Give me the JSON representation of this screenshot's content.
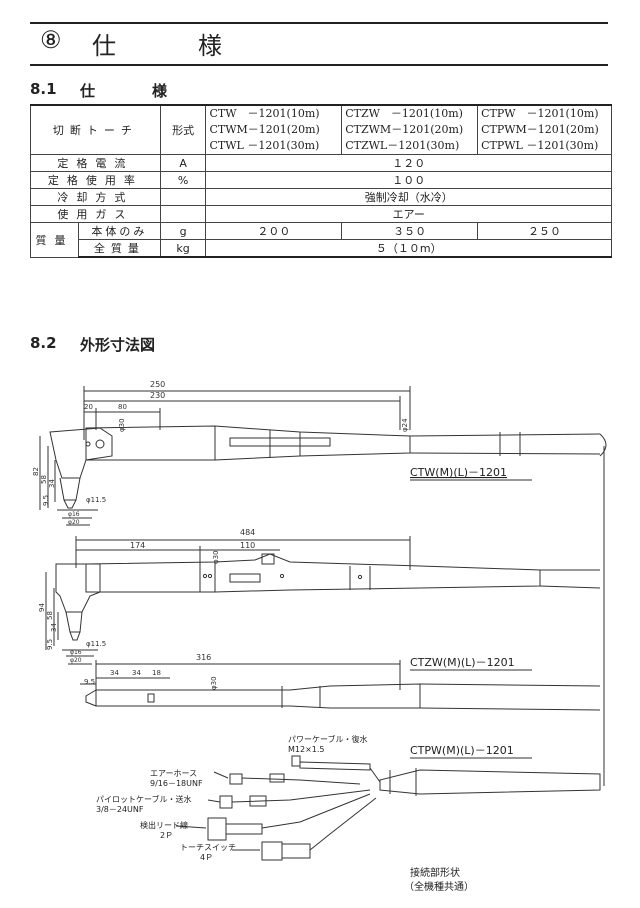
{
  "chapter": {
    "number": "⑧",
    "title_a": "仕",
    "title_b": "様"
  },
  "section1": {
    "number": "8.1",
    "title_a": "仕",
    "title_b": "様"
  },
  "table": {
    "torch_label": "切断トーチ",
    "type_label": "形式",
    "models": [
      [
        "CTW　－1201(10m)",
        "CTWM－1201(20m)",
        "CTWL －1201(30m)"
      ],
      [
        "CTZW　－1201(10m)",
        "CTZWM－1201(20m)",
        "CTZWL－1201(30m)"
      ],
      [
        "CTPW　－1201(10m)",
        "CTPWM－1201(20m)",
        "CTPWL －1201(30m)"
      ]
    ],
    "rows": [
      {
        "label": "定格電流",
        "unit": "A",
        "value": "１２０"
      },
      {
        "label": "定格使用率",
        "unit": "%",
        "value": "１００"
      },
      {
        "label": "冷却方式",
        "unit": "",
        "value": "強制冷却（水冷）"
      },
      {
        "label": "使用ガス",
        "unit": "",
        "value": "エアー"
      }
    ],
    "mass_label": "質量",
    "mass_body_label": "本体のみ",
    "mass_body_unit": "g",
    "mass_body_values": [
      "２００",
      "３５０",
      "２５０"
    ],
    "mass_total_label": "全質量",
    "mass_total_unit": "kg",
    "mass_total_value": "５（１０m）"
  },
  "section2": {
    "number": "8.2",
    "title": "外形寸法図"
  },
  "drawing": {
    "ctw": {
      "name": "CTW(M)(L)－1201",
      "dim_250": "250",
      "dim_230": "230",
      "dim_20": "20",
      "dim_80": "80",
      "dim_phi30": "φ30",
      "dim_phi24": "φ24",
      "dim_82": "82",
      "dim_58": "58",
      "dim_34": "34",
      "dim_9_5": "9.5",
      "dim_phi11_5": "φ11.5",
      "dim_phi16": "φ16",
      "dim_phi20": "φ20"
    },
    "ctzw": {
      "name": "CTZW(M)(L)－1201",
      "dim_484": "484",
      "dim_174": "174",
      "dim_110": "110",
      "dim_phi30": "φ30",
      "dim_94": "94",
      "dim_58": "58",
      "dim_34": "34",
      "dim_9_5": "9.5",
      "dim_phi11_5": "φ11.5",
      "dim_phi16": "φ16",
      "dim_phi20": "φ20"
    },
    "ctpw": {
      "name": "CTPW(M)(L)－1201",
      "dim_316": "316",
      "dim_34a": "34",
      "dim_34b": "34",
      "dim_18": "18",
      "dim_9_5": "9.5",
      "dim_phi30": "φ30"
    },
    "connectors": {
      "power_cable_a": "パワーケーブル・復水",
      "power_cable_b": "M12×1.5",
      "air_hose_a": "エアーホース",
      "air_hose_b": "9/16－18UNF",
      "pilot_cable_a": "パイロットケーブル・送水",
      "pilot_cable_b": "3/8－24UNF",
      "detect_a": "検出リード線",
      "detect_b": "2Ｐ",
      "switch_a": "トーチスイッチ",
      "switch_b": "4Ｐ",
      "caption_a": "接続部形状",
      "caption_b": "（全機種共通）"
    }
  }
}
